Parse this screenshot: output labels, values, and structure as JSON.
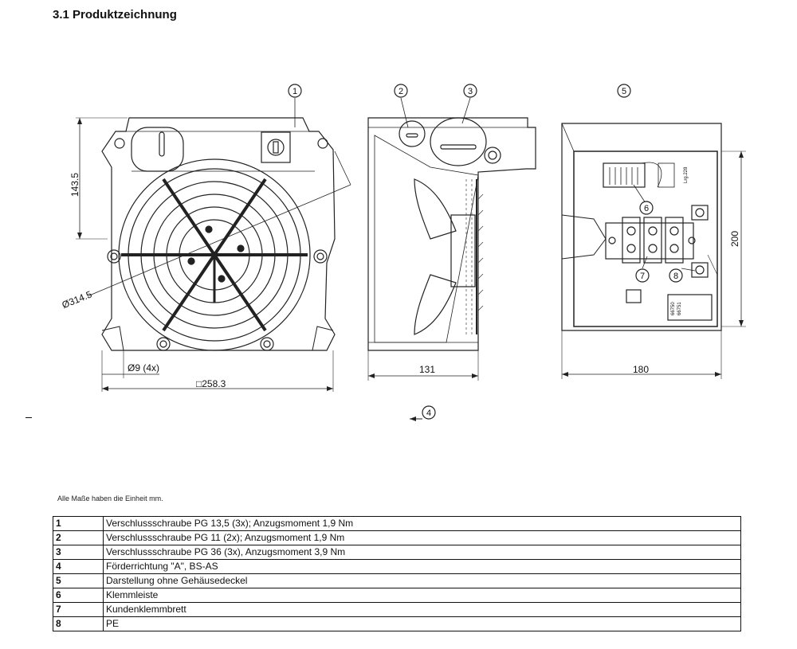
{
  "heading": "3.1 Produktzeichnung",
  "dimensions": {
    "height_top": "143.5",
    "diameter": "Ø314.5",
    "hole": "Ø9 (4x)",
    "square": "□258.3",
    "depth": "131",
    "width_right": "180",
    "height_right": "200"
  },
  "callouts": [
    "1",
    "2",
    "3",
    "4",
    "5",
    "6",
    "7",
    "8"
  ],
  "unit_note": "Alle Maße haben die Einheit mm.",
  "legend": [
    {
      "num": "1",
      "text": "Verschlussschraube PG 13,5 (3x); Anzugsmoment 1,9 Nm"
    },
    {
      "num": "2",
      "text": "Verschlussschraube PG 11 (2x); Anzugsmoment 1,9 Nm"
    },
    {
      "num": "3",
      "text": "Verschlussschraube PG 36 (3x), Anzugsmoment 3,9 Nm"
    },
    {
      "num": "4",
      "text": "Förderrichtung \"A\", BS-AS"
    },
    {
      "num": "5",
      "text": "Darstellung ohne Gehäusedeckel"
    },
    {
      "num": "6",
      "text": "Klemmleiste"
    },
    {
      "num": "7",
      "text": "Kundenklemmbrett"
    },
    {
      "num": "8",
      "text": "PE"
    }
  ],
  "component_labels": {
    "label_a": "Lrg.228",
    "label_b": "66750",
    "label_c": "66751"
  }
}
